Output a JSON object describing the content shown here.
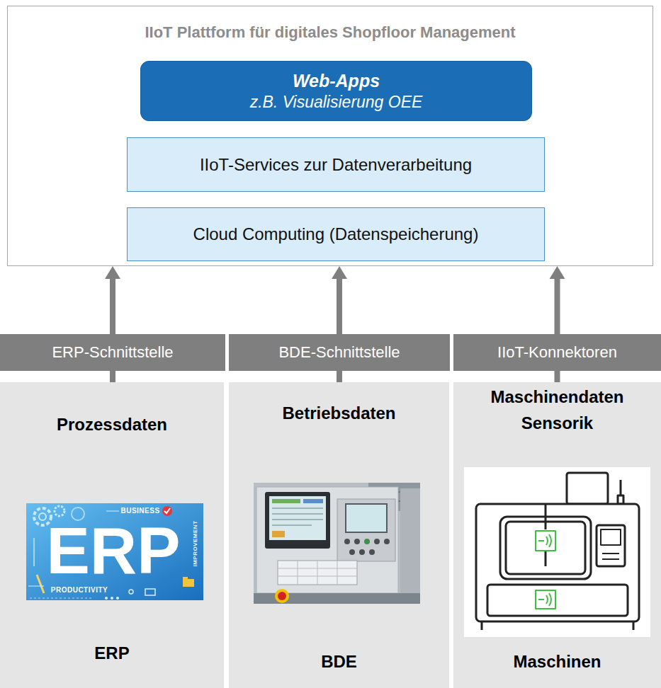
{
  "diagram": {
    "nodes": [
      {
        "text": [
          "IIoT Plattform für digitales Shopfloor Management"
        ]
      },
      {
        "text": [
          "Web-Apps",
          "z.B. Visualisierung OEE"
        ],
        "in": 0
      },
      {
        "text": [
          "IIoT-Services zur Datenverarbeitung"
        ],
        "in": 0
      },
      {
        "text": [
          "Cloud Computing (Datenspeicherung)"
        ],
        "in": 0
      },
      {
        "text": [
          "ERP-Schnittstelle"
        ]
      },
      {
        "text": [
          "BDE-Schnittstelle"
        ]
      },
      {
        "text": [
          "IIoT-Konnektoren"
        ]
      },
      {
        "text": [
          "Prozessdaten",
          "ERP"
        ]
      },
      {
        "text": [
          "Betriebsdaten",
          "BDE"
        ]
      },
      {
        "text": [
          "Maschinendaten Sensorik",
          "Maschinen"
        ]
      }
    ],
    "edges": [
      {
        "from": 7,
        "to": 4,
        "arrow": "none"
      },
      {
        "from": 4,
        "to": 0,
        "arrow": "to"
      },
      {
        "from": 8,
        "to": 5,
        "arrow": "none"
      },
      {
        "from": 5,
        "to": 0,
        "arrow": "to"
      },
      {
        "from": 9,
        "to": 6,
        "arrow": "none"
      },
      {
        "from": 6,
        "to": 0,
        "arrow": "to"
      }
    ],
    "labels": [
      "BUSINESS",
      "ERP",
      "IMPROVEMENT",
      "PRODUCTIVITY"
    ]
  }
}
